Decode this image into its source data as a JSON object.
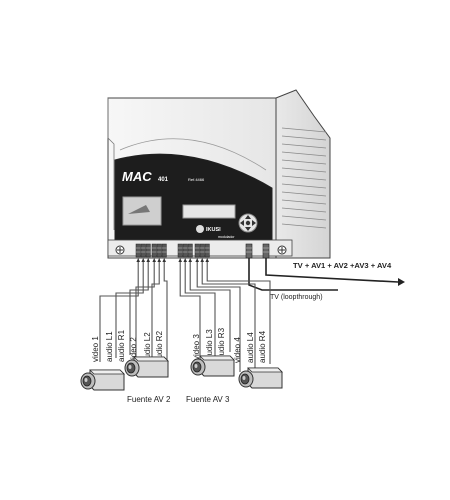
{
  "device": {
    "model": "MAC",
    "model_suffix": "401",
    "ref": "Ref.4466",
    "brand": "IKUSI",
    "subtext": "modulador"
  },
  "outputs": {
    "main": "TV + AV1 + AV2 +AV3 + AV4",
    "loop": "TV (loopthrough)"
  },
  "inputs": {
    "cable_labels": [
      "video 1",
      "audio L1",
      "audio R1",
      "video 2",
      "audio L2",
      "audio R2",
      "video 3",
      "audio L3",
      "audio R3",
      "video 4",
      "audio L4",
      "audio R4"
    ]
  },
  "sources": {
    "labels": [
      "Fuente AV 2",
      "Fuente AV 3"
    ]
  },
  "colors": {
    "line": "#222222",
    "housing": "#f1f1f1",
    "panel": "#1d1d1d",
    "outline": "#444444"
  },
  "icons": {
    "nav_pad": "dpad-icon",
    "ground": "ground-icon",
    "camera": "camera-icon"
  }
}
